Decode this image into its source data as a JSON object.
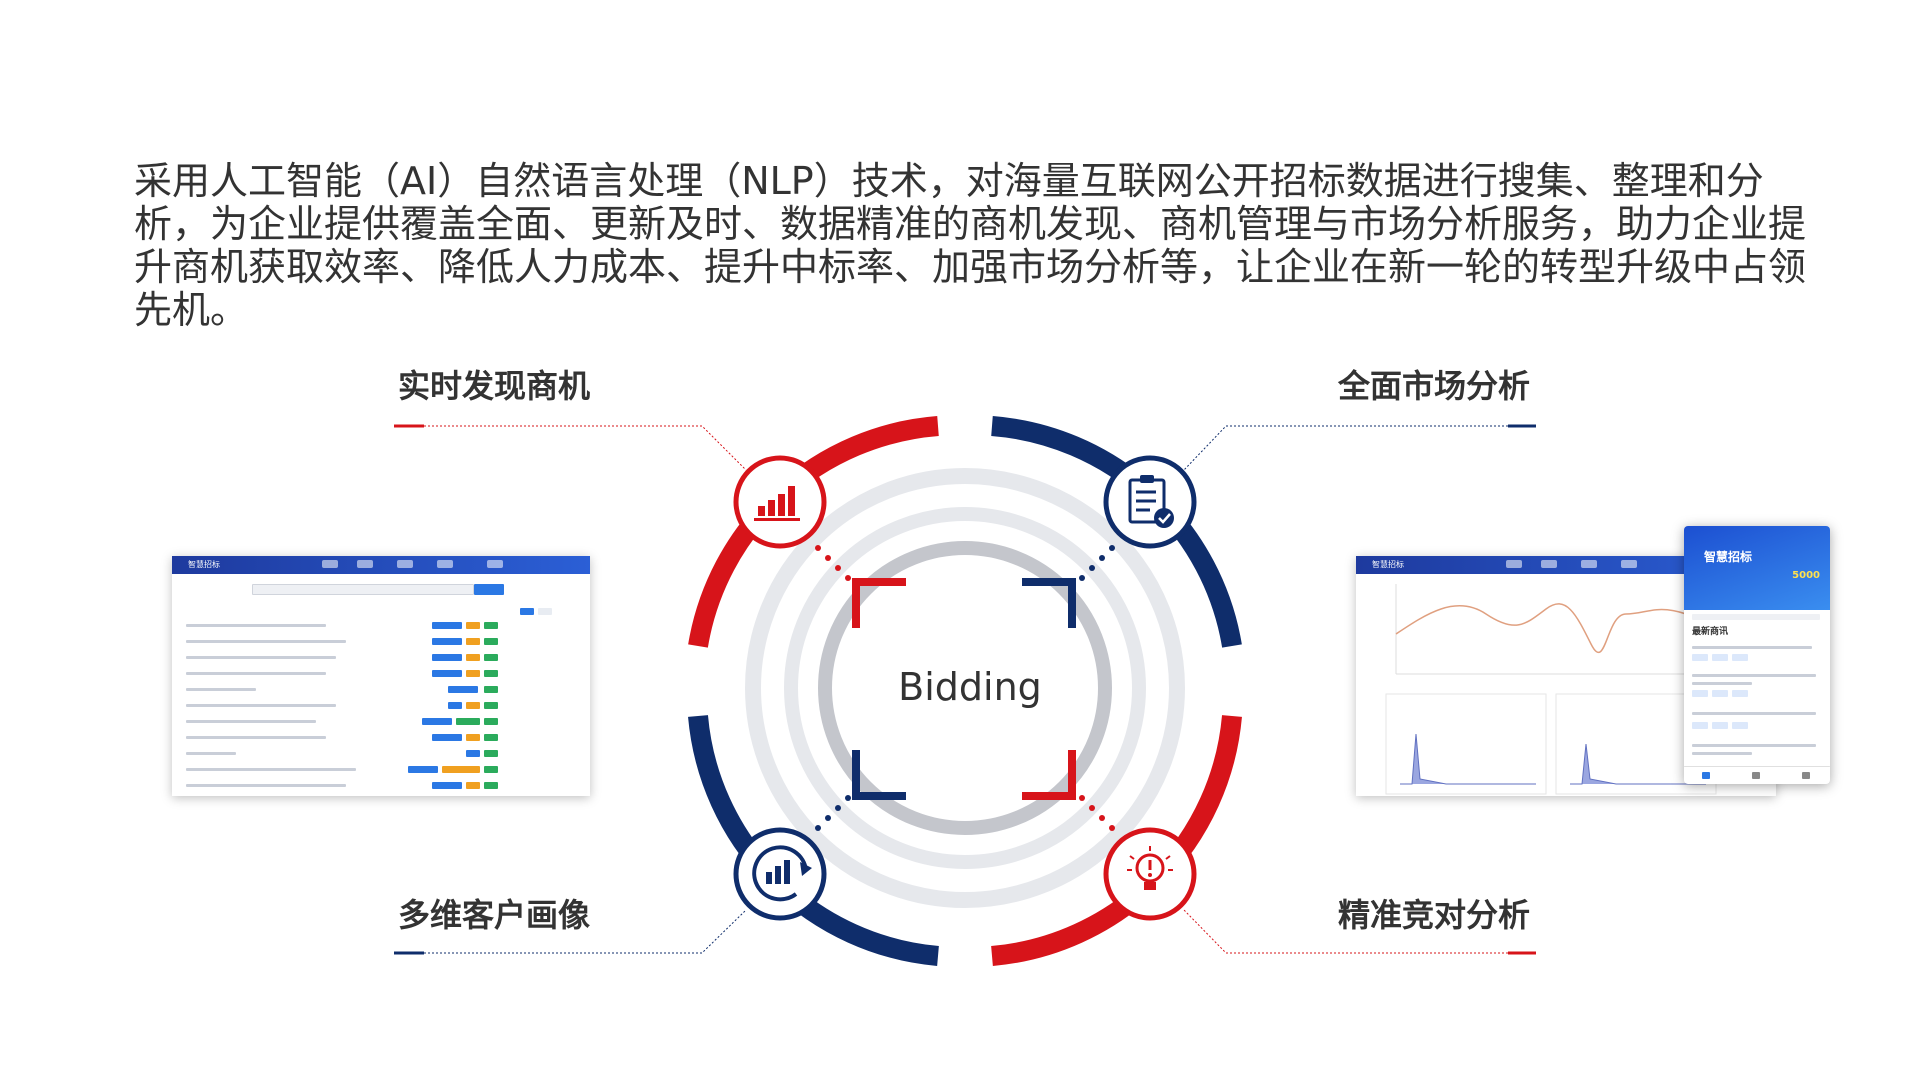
{
  "intro": {
    "text": "采用人工智能（AI）自然语言处理（NLP）技术，对海量互联网公开招标数据进行搜集、整理和分析，为企业提供覆盖全面、更新及时、数据精准的商机发现、商机管理与市场分析服务，助力企业提升商机获取效率、降低人力成本、提升中标率、加强市场分析等，让企业在新一轮的转型升级中占领先机。"
  },
  "features": {
    "top_left": {
      "title": "实时发现商机",
      "icon": "bar-chart-icon"
    },
    "top_right": {
      "title": "全面市场分析",
      "icon": "checklist-icon"
    },
    "bottom_left": {
      "title": "多维客户画像",
      "icon": "chart-refresh-icon"
    },
    "bottom_right": {
      "title": "精准竞对分析",
      "icon": "lightbulb-icon"
    }
  },
  "center": {
    "label": "Bidding"
  },
  "colors": {
    "red": "#d7141a",
    "navy": "#0f2d6b",
    "ring_light": "#e6e8ec",
    "ring_mid": "#c4c6cc",
    "text": "#333333"
  },
  "screenshots": {
    "left_app": {
      "logo": "智慧招标"
    },
    "right_app": {
      "logo": "智慧招标"
    },
    "mobile_app": {
      "brand": "智慧招标",
      "highlight": "5000",
      "section": "最新商讯"
    }
  }
}
